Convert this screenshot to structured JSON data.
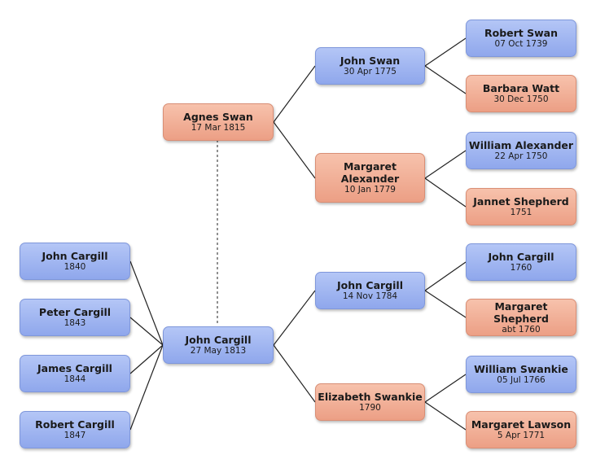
{
  "people": {
    "robert_swan": {
      "name": "Robert Swan",
      "date": "07 Oct 1739",
      "sex": "male"
    },
    "barbara_watt": {
      "name": "Barbara Watt",
      "date": "30 Dec 1750",
      "sex": "female"
    },
    "william_alexander": {
      "name": "William Alexander",
      "date": "22 Apr 1750",
      "sex": "male"
    },
    "jannet_shepherd": {
      "name": "Jannet Shepherd",
      "date": "1751",
      "sex": "female"
    },
    "john_cargill_1760": {
      "name": "John Cargill",
      "date": "1760",
      "sex": "male"
    },
    "margaret_shepherd": {
      "name": "Margaret Shepherd",
      "date": "abt 1760",
      "sex": "female"
    },
    "william_swankie": {
      "name": "William Swankie",
      "date": "05 Jul 1766",
      "sex": "male"
    },
    "margaret_lawson": {
      "name": "Margaret Lawson",
      "date": "5 Apr 1771",
      "sex": "female"
    },
    "john_swan": {
      "name": "John Swan",
      "date": "30 Apr 1775",
      "sex": "male"
    },
    "margaret_alexander": {
      "name": "Margaret Alexander",
      "date": "10 Jan 1779",
      "sex": "female"
    },
    "john_cargill_1784": {
      "name": "John Cargill",
      "date": "14 Nov 1784",
      "sex": "male"
    },
    "elizabeth_swankie": {
      "name": "Elizabeth Swankie",
      "date": "1790",
      "sex": "female"
    },
    "agnes_swan": {
      "name": "Agnes Swan",
      "date": "17 Mar 1815",
      "sex": "female"
    },
    "john_cargill_1813": {
      "name": "John Cargill",
      "date": "27 May 1813",
      "sex": "male"
    },
    "john_cargill_1840": {
      "name": "John Cargill",
      "date": "1840",
      "sex": "male"
    },
    "peter_cargill": {
      "name": "Peter Cargill",
      "date": "1843",
      "sex": "male"
    },
    "james_cargill": {
      "name": "James Cargill",
      "date": "1844",
      "sex": "male"
    },
    "robert_cargill": {
      "name": "Robert Cargill",
      "date": "1847",
      "sex": "male"
    }
  },
  "relationships": {
    "parents": [
      {
        "child": "john_swan",
        "father": "robert_swan",
        "mother": "barbara_watt"
      },
      {
        "child": "margaret_alexander",
        "father": "william_alexander",
        "mother": "jannet_shepherd"
      },
      {
        "child": "john_cargill_1784",
        "father": "john_cargill_1760",
        "mother": "margaret_shepherd"
      },
      {
        "child": "elizabeth_swankie",
        "father": "william_swankie",
        "mother": "margaret_lawson"
      },
      {
        "child": "agnes_swan",
        "father": "john_swan",
        "mother": "margaret_alexander"
      },
      {
        "child": "john_cargill_1813",
        "father": "john_cargill_1784",
        "mother": "elizabeth_swankie"
      }
    ],
    "spouses": [
      [
        "john_cargill_1813",
        "agnes_swan"
      ]
    ],
    "children_of_john_cargill_1813": [
      "john_cargill_1840",
      "peter_cargill",
      "james_cargill",
      "robert_cargill"
    ]
  },
  "colors": {
    "male": "#9db3f0",
    "female": "#f0ad93",
    "line": "#222222"
  }
}
